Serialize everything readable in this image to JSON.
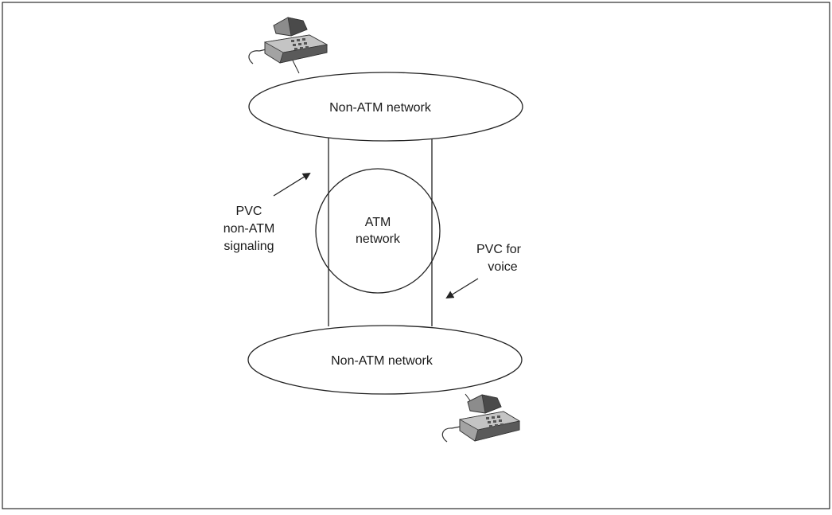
{
  "diagram": {
    "top_network_label": "Non-ATM network",
    "bottom_network_label": "Non-ATM network",
    "core_network_label": [
      "ATM",
      "network"
    ],
    "signaling_label": [
      "PVC",
      "non-ATM",
      "signaling"
    ],
    "voice_label": [
      "PVC for",
      "voice"
    ]
  },
  "icons": {
    "top_phone": "telephone-icon",
    "bottom_phone": "telephone-icon"
  },
  "colors": {
    "line": "#222222",
    "phone_body": "#9a9a9a",
    "phone_dark": "#4a4a4a",
    "frame": "#000000"
  }
}
